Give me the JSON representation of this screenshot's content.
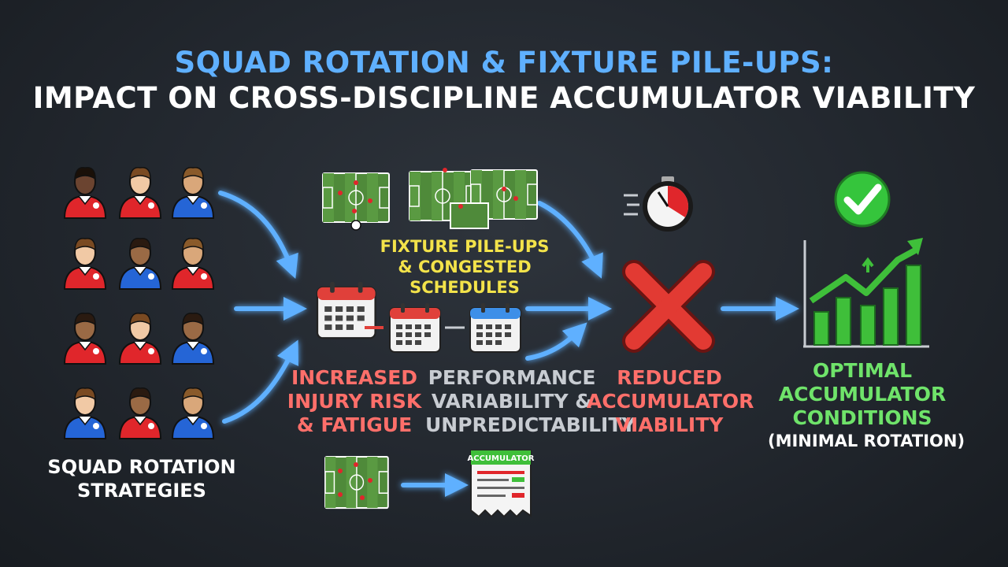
{
  "title": {
    "line1": "SQUAD ROTATION & FIXTURE PILE-UPS:",
    "line2": "IMPACT ON CROSS-DISCIPLINE ACCUMULATOR VIABILITY"
  },
  "rotation": {
    "line1": "SQUAD ROTATION",
    "line2": "STRATEGIES"
  },
  "fixture": {
    "line1": "FIXTURE PILE-UPS",
    "line2": "& CONGESTED",
    "line3": "SCHEDULES"
  },
  "injury": {
    "line1": "INCREASED",
    "line2": "INJURY RISK",
    "line3": "& FATIGUE"
  },
  "performance": {
    "line1": "PERFORMANCE",
    "line2": "VARIABILITY &",
    "line3": "UNPREDICTABILITY"
  },
  "reduced": {
    "line1": "REDUCED",
    "line2": "ACCUMULATOR",
    "line3": "VIABILITY"
  },
  "optimal": {
    "line1": "OPTIMAL",
    "line2": "ACCUMULATOR",
    "line3": "CONDITIONS",
    "sub": "(MINIMAL ROTATION)"
  },
  "ticket": {
    "label": "ACCUMULATOR"
  },
  "players": [
    {
      "shirt": "red",
      "skin": "dark"
    },
    {
      "shirt": "red",
      "skin": "light"
    },
    {
      "shirt": "blue",
      "skin": "tan"
    },
    {
      "shirt": "red",
      "skin": "light"
    },
    {
      "shirt": "blue",
      "skin": "brown"
    },
    {
      "shirt": "red",
      "skin": "tan"
    },
    {
      "shirt": "red",
      "skin": "brown"
    },
    {
      "shirt": "red",
      "skin": "light"
    },
    {
      "shirt": "blue",
      "skin": "brown"
    },
    {
      "shirt": "blue",
      "skin": "light"
    },
    {
      "shirt": "red",
      "skin": "brown"
    },
    {
      "shirt": "blue",
      "skin": "tan"
    }
  ],
  "colors": {
    "accent_blue": "#5fb0ff",
    "warning_yellow": "#f3e34a",
    "negative_red": "#ff6f6a",
    "positive_green": "#6fe36a",
    "shirt_red": "#e0262b",
    "shirt_blue": "#2565d6"
  },
  "icons": [
    "player-icon",
    "pitch-icon",
    "calendar-icon",
    "stopwatch-icon",
    "red-x-icon",
    "check-icon",
    "bar-chart-icon",
    "ticket-icon",
    "arrow-icon"
  ]
}
